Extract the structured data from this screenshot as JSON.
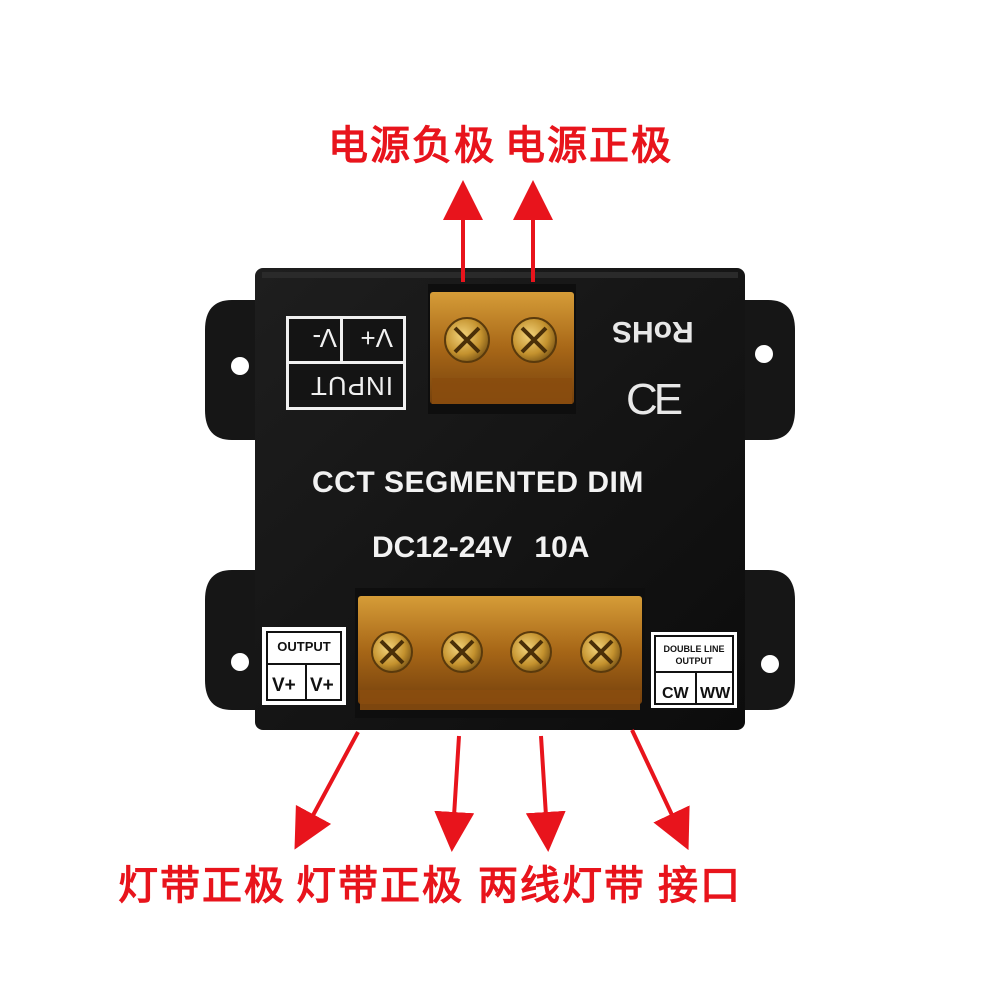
{
  "labels": {
    "top": [
      "电源负极",
      "电源正极"
    ],
    "bottom": [
      "灯带正极",
      "灯带正极",
      "两线灯带",
      "接口"
    ]
  },
  "device": {
    "title": "CCT SEGMENTED DIM",
    "spec": "DC12-24V 10A",
    "input_box": {
      "v_neg": "V-",
      "v_pos": "V+",
      "title": "INPUT"
    },
    "rohs": "RoHS",
    "ce": "CE",
    "output_box": {
      "title": "OUTPUT",
      "c1": "V+",
      "c2": "V+"
    },
    "double_line_box": {
      "t1": "DOUBLE LINE",
      "t2": "OUTPUT",
      "c1": "CW",
      "c2": "WW"
    }
  },
  "colors": {
    "label_red": "#e8141c",
    "body_black": "#141414",
    "terminal_amber": "#c8861e"
  }
}
